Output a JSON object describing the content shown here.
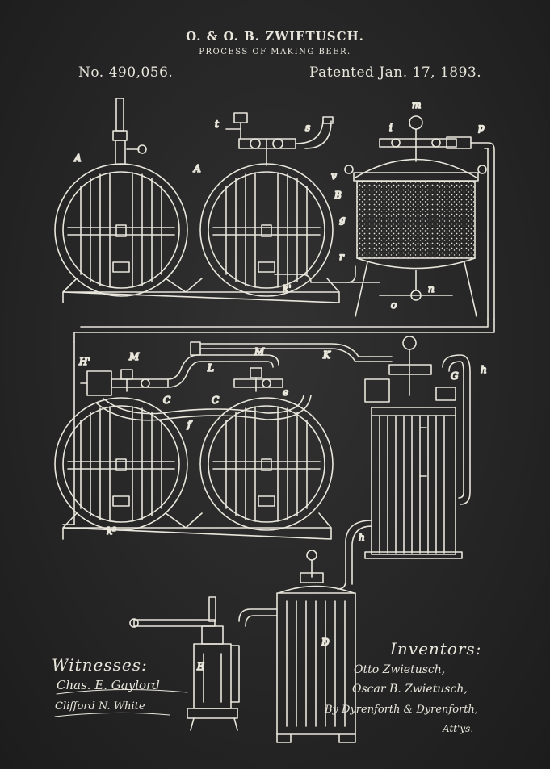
{
  "header": {
    "title": "O. & O. B. ZWIETUSCH.",
    "subtitle": "PROCESS OF MAKING BEER.",
    "patent_number": "No. 490,056.",
    "patent_date": "Patented Jan. 17, 1893."
  },
  "labels": {
    "A_left": "A",
    "A_right": "A",
    "t": "t",
    "s": "s",
    "m": "m",
    "i": "i",
    "p": "p",
    "v": "v",
    "B": "B",
    "g": "g",
    "r": "r",
    "k_prime": "k'",
    "n": "n",
    "o": "o",
    "H_prime": "H'",
    "M_left": "M",
    "M_right": "M",
    "L": "L",
    "K": "K",
    "C_left": "C",
    "C_right": "C",
    "f": "f",
    "e": "e",
    "G": "G",
    "h": "h",
    "E": "E",
    "D": "D",
    "k2": "k²"
  },
  "witnesses": {
    "heading": "Witnesses:",
    "signature_1": "Chas. E. Gaylord",
    "signature_2": "Clifford N. White"
  },
  "inventors": {
    "heading": "Inventors:",
    "name_1": "Otto Zwietusch,",
    "name_2": "Oscar B. Zwietusch,",
    "attorneys": "By Dyrenforth & Dyrenforth,",
    "attys": "Att'ys."
  },
  "colors": {
    "ink": "#e9e6dc",
    "background": "#262626"
  }
}
